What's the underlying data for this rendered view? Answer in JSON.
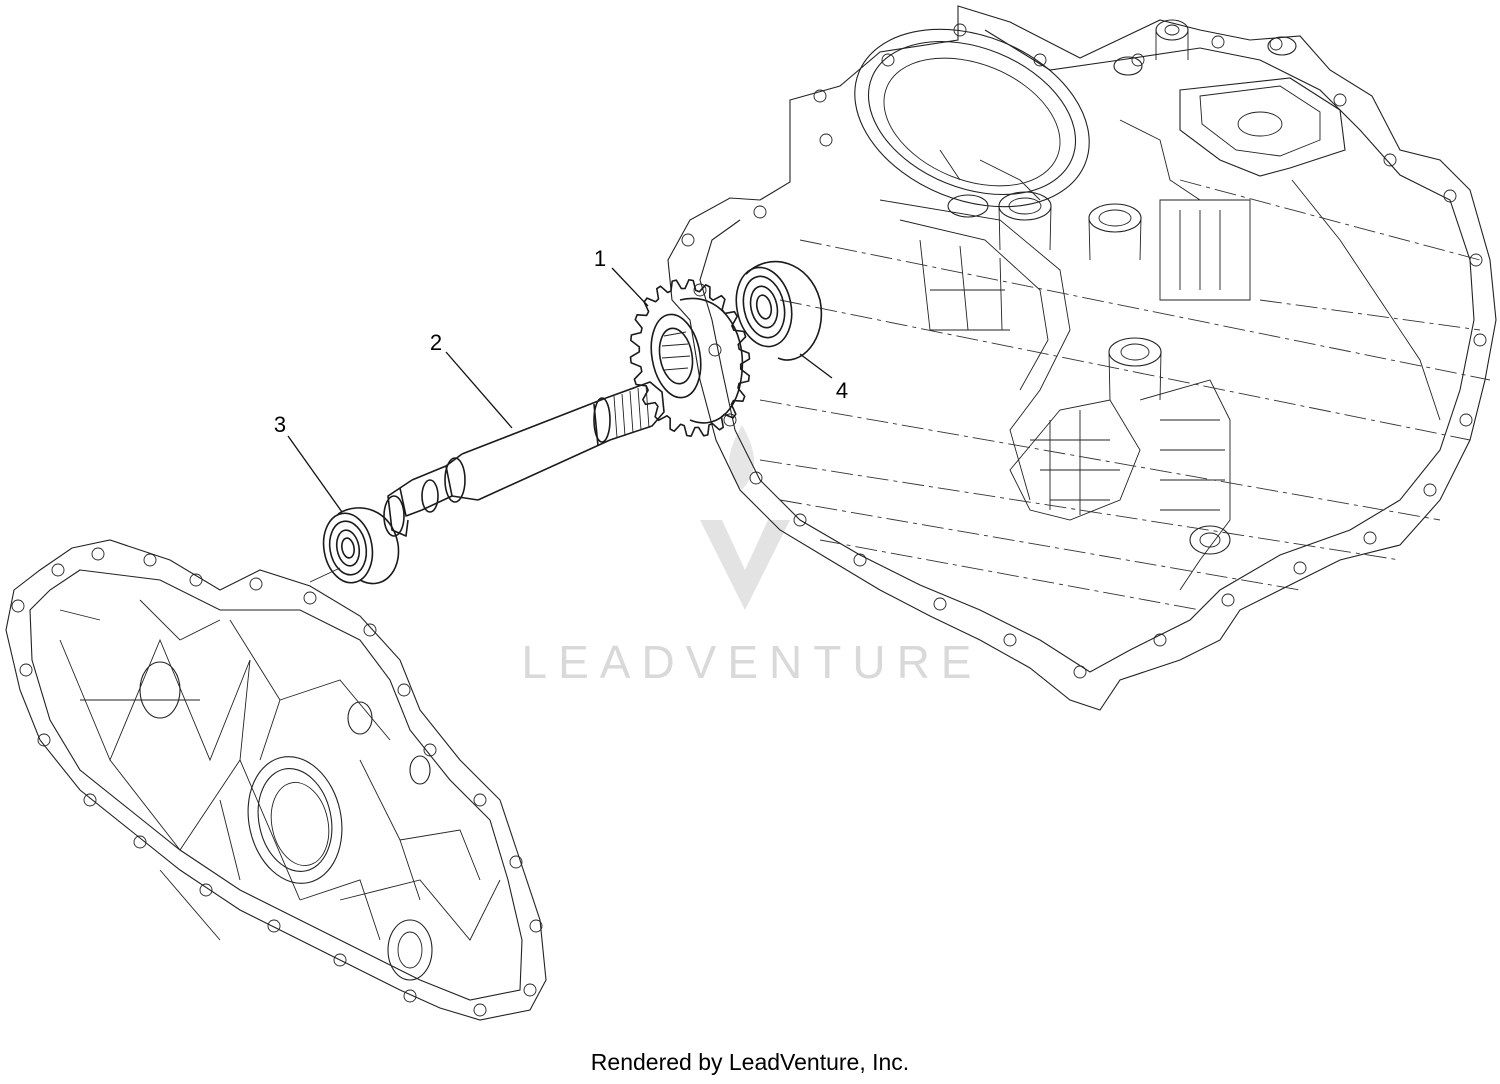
{
  "diagram": {
    "callouts": [
      "1",
      "2",
      "3",
      "4"
    ],
    "watermark": "LEADVENTURE",
    "credit": "Rendered by LeadVenture, Inc."
  }
}
